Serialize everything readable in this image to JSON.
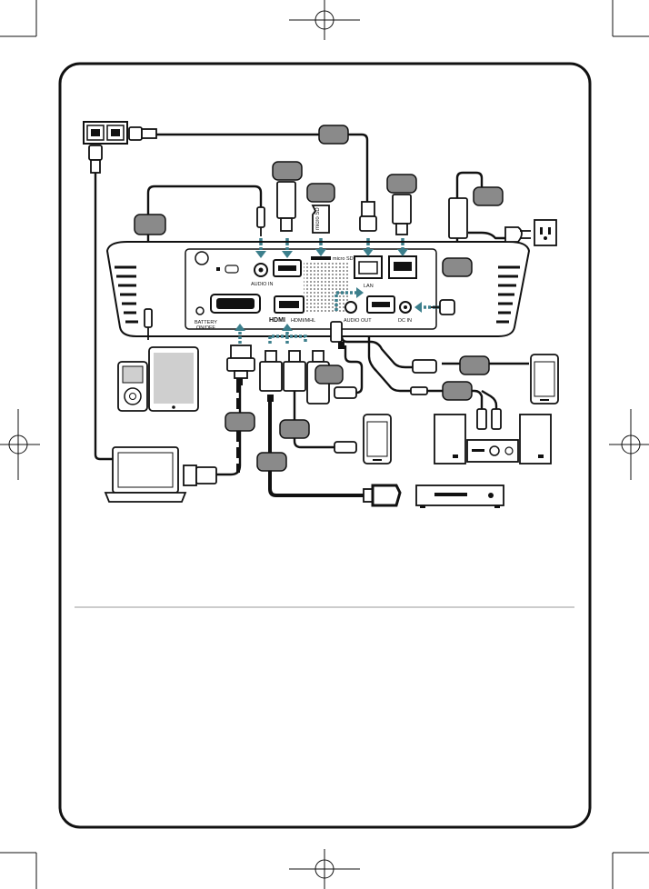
{
  "projector_panel": {
    "audio_in": "AUDIO IN",
    "lan": "LAN",
    "micro_sd": "micro SD",
    "battery": "BATTERY",
    "on_off": "ON/OFF",
    "hdmi_mhl": "HDMI/MHL",
    "hdmi_logo": "HDMI",
    "audio_out": "AUDIO OUT",
    "dc_in": "DC IN"
  },
  "sd_card_text": "micro SD",
  "colors": {
    "line": "#111111",
    "label_box": "#8a8a8a",
    "panel_fill": "#ffffff",
    "device_gray": "#cfcfcf",
    "arrow_teal": "#3c7f8c"
  },
  "callout_labels": [
    "",
    "",
    "",
    "",
    "",
    "",
    "",
    "",
    "",
    "",
    "",
    "",
    ""
  ],
  "icons": [
    "ethernet-jack-icon",
    "usb-stick-icon",
    "micro-sd-card-icon",
    "power-adapter-icon",
    "power-plug-icon",
    "wall-outlet-icon",
    "ipod-icon",
    "tablet-icon",
    "smartphone-icon",
    "laptop-icon",
    "speaker-icon",
    "amplifier-icon",
    "dvd-player-icon",
    "stereo-audio-plug-icon",
    "rca-plug-icon"
  ]
}
